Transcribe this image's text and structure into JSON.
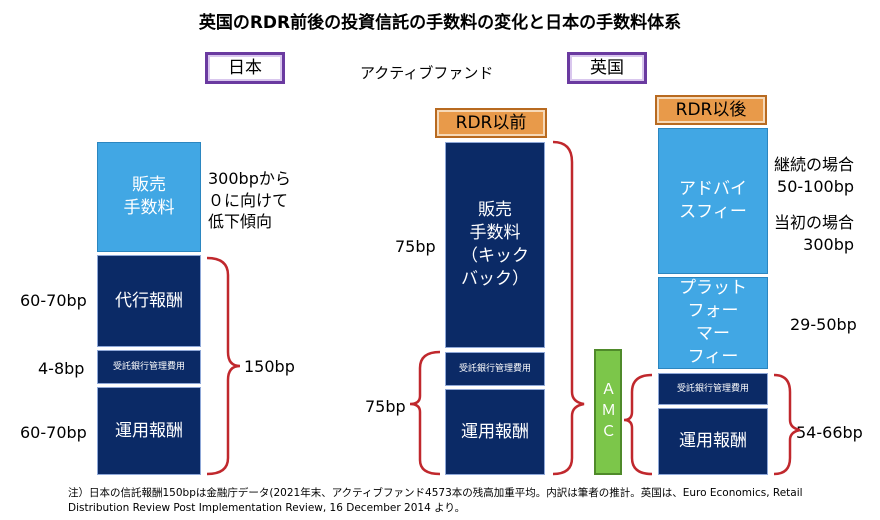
{
  "title": "英国のRDR前後の投資信託の手数料の変化と日本の手数料体系",
  "regions": {
    "japan": "日本",
    "fund_type": "アクティブファンド",
    "uk": "英国"
  },
  "headers": {
    "before": "RDR以前",
    "after": "RDR以後"
  },
  "japan": {
    "boxes": [
      "販売\n手数料",
      "代行報酬",
      "受託銀行管理費用",
      "運用報酬"
    ],
    "left_labels": [
      "60-70bp",
      "4-8bp",
      "60-70bp"
    ],
    "right_note": "300bpから\n０に向けて\n低下傾向",
    "total": "150bp"
  },
  "uk_before": {
    "boxes": [
      "販売\n手数料\n（キック\nバック）",
      "受託銀行管理費用",
      "運用報酬"
    ],
    "labels": [
      "75bp",
      "75bp"
    ]
  },
  "amc": "ＡＭＣ",
  "uk_after": {
    "boxes": [
      "アドバイ\nスフィー",
      "プラット\nフォー\nマー\nフィー",
      "受託銀行管理費用",
      "運用報酬"
    ],
    "labels": [
      "継続の場合\n50-100bp",
      "当初の場合\n300bp",
      "29-50bp",
      "54-66bp"
    ]
  },
  "footnote": {
    "line1": "注）日本の信託報酬150bpは金融庁データ(2021年末、アクティブファンド4573本の残高加重平均。内訳は筆者の推計。英国は、Euro Economics, Retail",
    "line2": "Distribution Review Post Implementation Review, 16 December 2014 より。"
  },
  "colors": {
    "light_blue": "#41a7e4",
    "navy": "#0b2a66",
    "orange": "#e89a4a",
    "green": "#7cc64a",
    "bracket_red": "#c0282d",
    "purple_border": "#6a3aa0"
  }
}
